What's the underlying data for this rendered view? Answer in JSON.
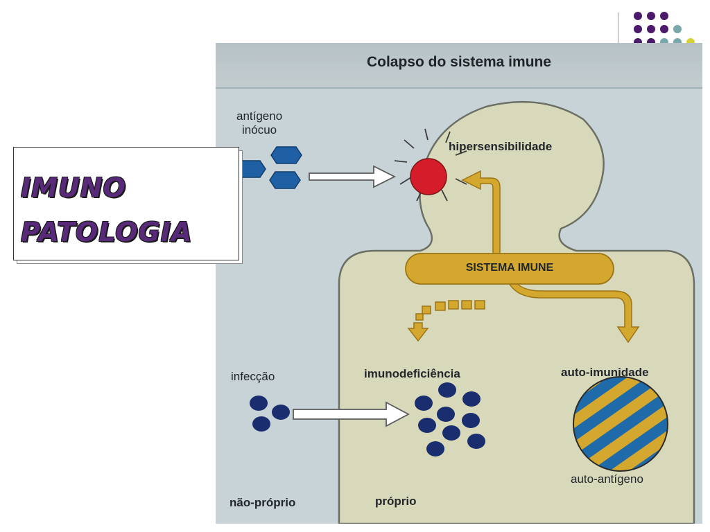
{
  "slide": {
    "title_line1": "IMUNO",
    "title_line2": "PATOLOGIA"
  },
  "figure": {
    "title": "Colapso do sistema imune",
    "labels": {
      "antigen": "antígeno\ninócuo",
      "hypersensitivity": "hipersensibilidade",
      "immune_system": "SISTEMA IMUNE",
      "infection": "infecção",
      "immunodeficiency": "imunodeficiência",
      "autoimmunity": "auto-imunidade",
      "autoantigen": "auto-antígeno",
      "non_self": "não-próprio",
      "self": "próprio"
    }
  },
  "colors": {
    "title_purple": "#5a2a7a",
    "dot_purple": "#4b1a6b",
    "dot_teal": "#7aa7ab",
    "dot_yellow": "#d6d237",
    "figure_bg": "#c7d3d6",
    "body_fill": "#d8d8ba",
    "arrow_gold": "#d4a72f",
    "antigen_blue": "#1f5fa3",
    "infection_navy": "#1a2d6e",
    "reaction_red": "#d51c2a"
  }
}
